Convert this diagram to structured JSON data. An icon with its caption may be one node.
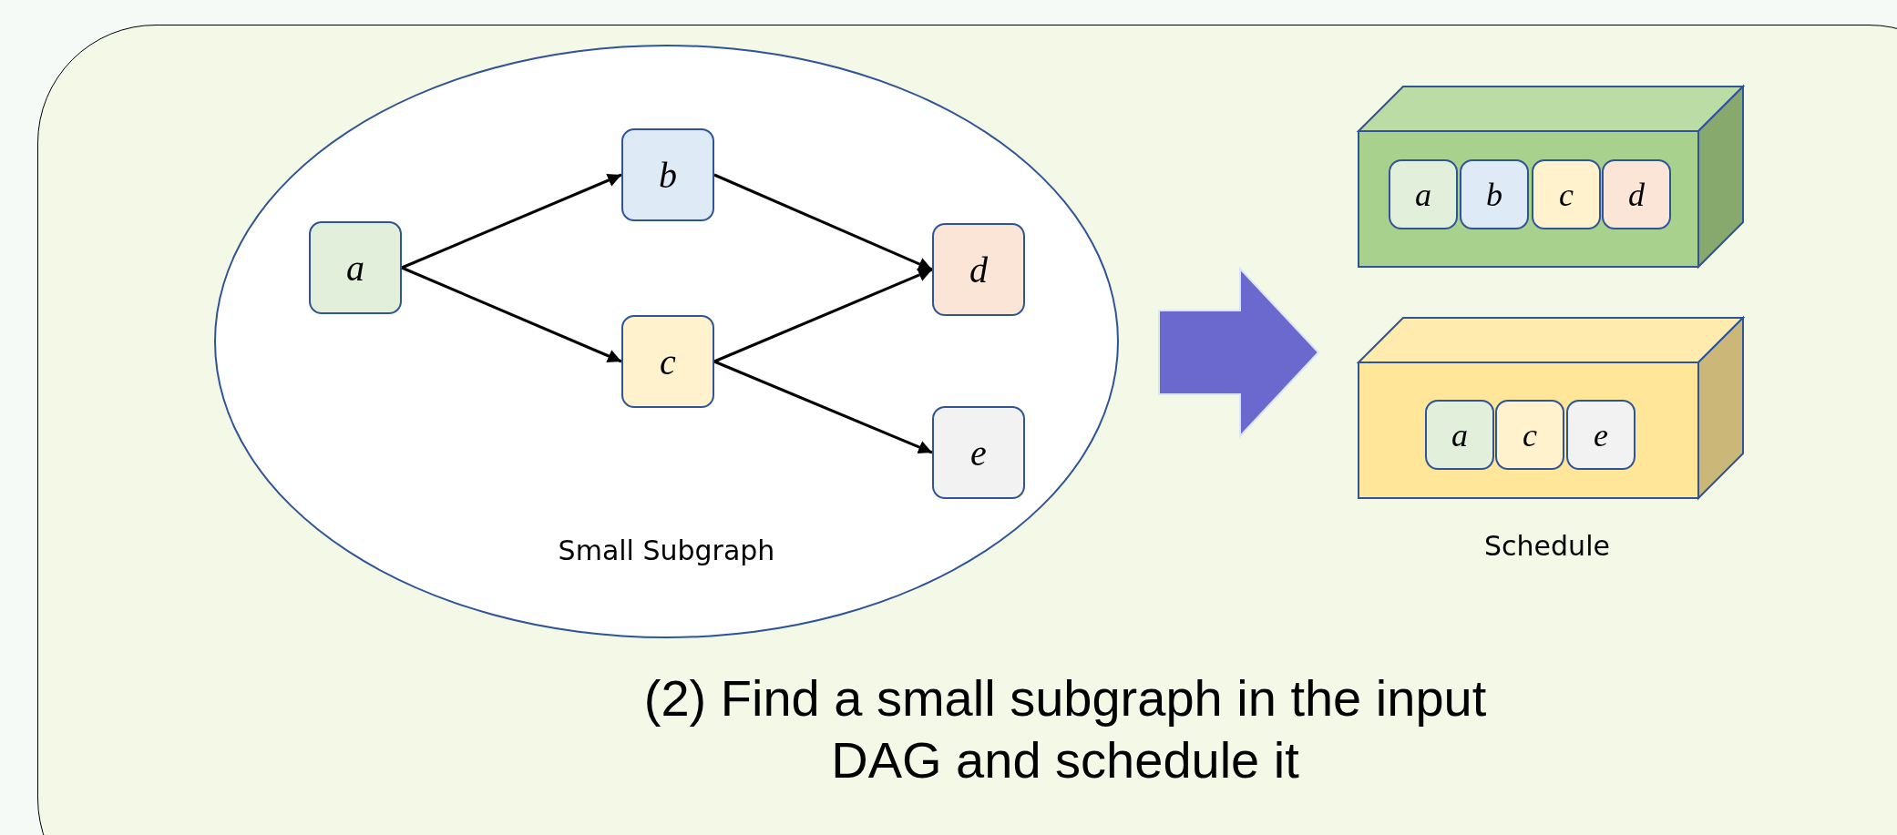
{
  "diagram": {
    "nodes": [
      {
        "text": [
          "(2) Find a small subgraph in the input DAG and schedule it"
        ]
      },
      {
        "text": [
          "Small Subgraph"
        ],
        "in": 0
      },
      {
        "text": [
          "a"
        ],
        "in": 1
      },
      {
        "text": [
          "b"
        ],
        "in": 1
      },
      {
        "text": [
          "c"
        ],
        "in": 1
      },
      {
        "text": [
          "d"
        ],
        "in": 1
      },
      {
        "text": [
          "e"
        ],
        "in": 1
      },
      {
        "text": [],
        "shape": "box",
        "in": 0
      },
      {
        "text": [
          "a"
        ],
        "in": 7
      },
      {
        "text": [
          "b"
        ],
        "in": 7
      },
      {
        "text": [
          "c"
        ],
        "in": 7
      },
      {
        "text": [
          "d"
        ],
        "in": 7
      },
      {
        "text": [],
        "shape": "box",
        "in": 0
      },
      {
        "text": [
          "a"
        ],
        "in": 12
      },
      {
        "text": [
          "c"
        ],
        "in": 12
      },
      {
        "text": [
          "e"
        ],
        "in": 12
      }
    ],
    "edges": [
      {
        "from": 2,
        "to": 3,
        "arrow": "to"
      },
      {
        "from": 2,
        "to": 4,
        "arrow": "to"
      },
      {
        "from": 3,
        "to": 5,
        "arrow": "to"
      },
      {
        "from": 4,
        "to": 5,
        "arrow": "to"
      },
      {
        "from": 4,
        "to": 6,
        "arrow": "to"
      },
      {
        "from": 1,
        "to": 7,
        "arrow": "to",
        "style": "thick",
        "color": "#6b69cd"
      },
      {
        "from": 1,
        "to": 12,
        "arrow": "to",
        "style": "thick",
        "color": "#6b69cd"
      }
    ],
    "labels": [
      "Schedule"
    ]
  }
}
